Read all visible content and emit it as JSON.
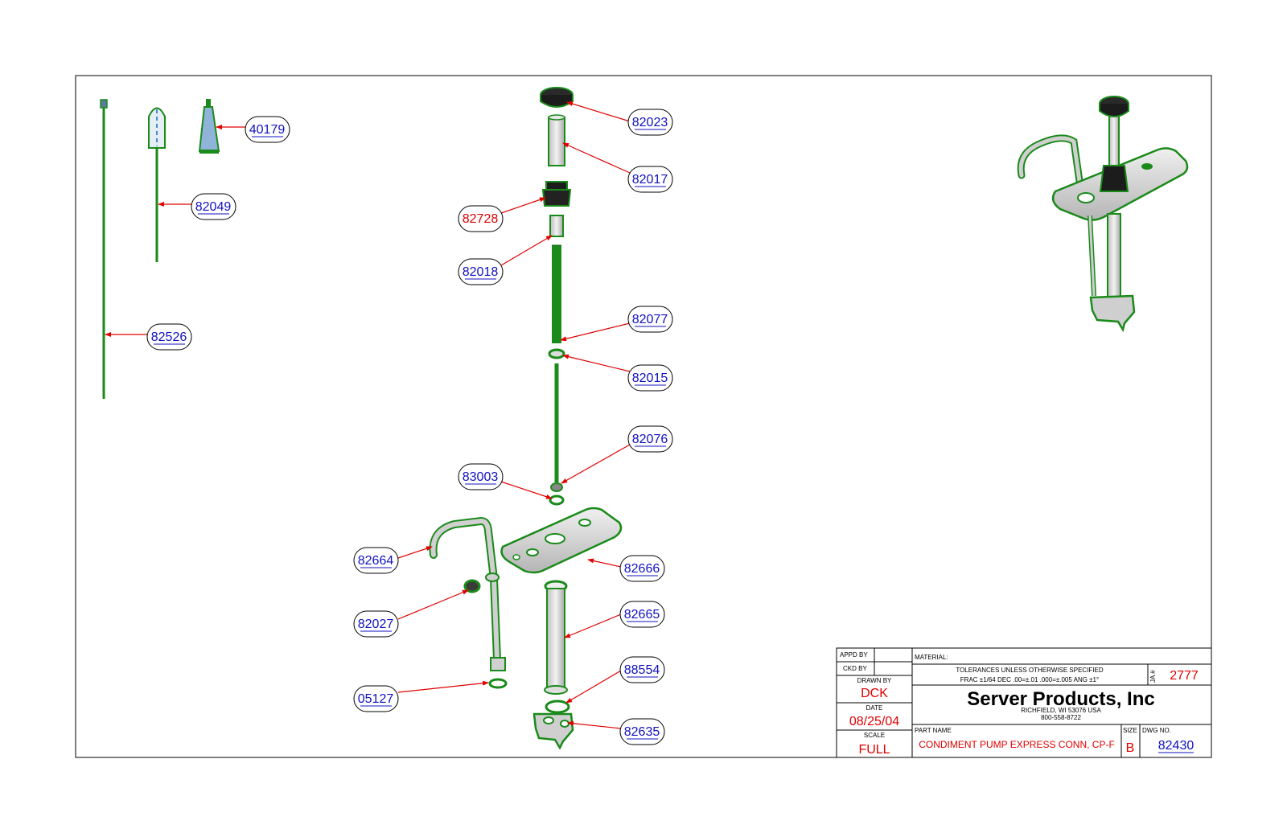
{
  "colors": {
    "part_outline": "#1a8a1a",
    "leader": "#e00000",
    "callout_blue": "#1010c0",
    "callout_red": "#e00000",
    "part_fill": "#d9d9d9",
    "knob": "#2a2a2a"
  },
  "callouts": {
    "c40179": "40179",
    "c82049": "82049",
    "c82526": "82526",
    "c82023": "82023",
    "c82017": "82017",
    "c82728": "82728",
    "c82018": "82018",
    "c82077": "82077",
    "c82015": "82015",
    "c82076": "82076",
    "c83003": "83003",
    "c82664": "82664",
    "c82666": "82666",
    "c82027": "82027",
    "c82665": "82665",
    "c88554": "88554",
    "c05127": "05127",
    "c82635": "82635"
  },
  "title_block": {
    "appd_by_label": "APPD BY",
    "ckd_by_label": "CKD BY",
    "drawn_by_label": "DRAWN BY",
    "drawn_by": "DCK",
    "date_label": "DATE",
    "date": "08/25/04",
    "scale_label": "SCALE",
    "scale": "FULL",
    "material_label": "MATERIAL:",
    "tolerance_line1": "TOLERANCES UNLESS OTHERWISE SPECIFIED",
    "tolerance_line2": "FRAC ±1/64 DEC .00=±.01 .000=±.005 ANG ±1°",
    "ja_label": "JA #",
    "ja_number": "2777",
    "company": "Server Products, Inc",
    "address": "RICHFIELD, WI 53076 USA",
    "phone": "800-558-8722",
    "part_name_label": "PART NAME",
    "part_name": "CONDIMENT PUMP EXPRESS CONN, CP-F",
    "size_label": "SIZE",
    "size": "B",
    "dwg_no_label": "DWG NO.",
    "dwg_no": "82430"
  }
}
